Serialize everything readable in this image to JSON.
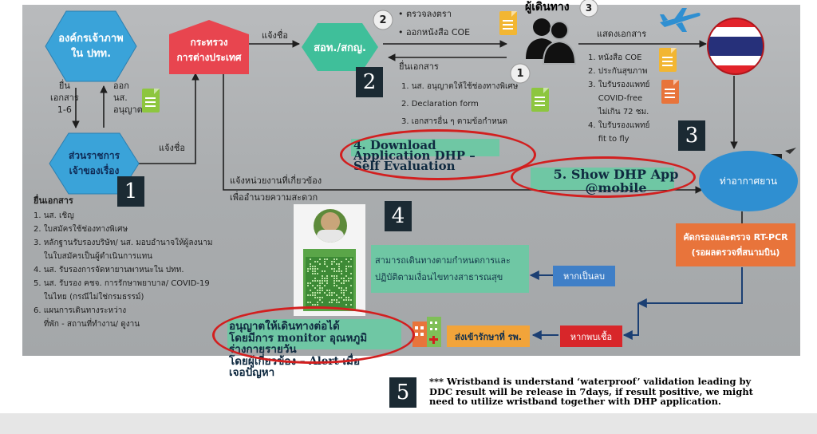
{
  "left_block": {
    "agency_hex": "องค์กรเจ้าภาพ\nใน ปทท.",
    "submit_docs": "ยื่น\nเอกสาร\n1-6",
    "issue_permit": "ออก\nนส.\nอนุญาต",
    "owner_agency": "ส่วนราชการ\nเจ้าของเรื่อง",
    "notify_name_1": "แจ้งชื่อ",
    "submit_label": "ยื่นเอกสาร",
    "doc_list": [
      "1. นส. เชิญ",
      "2. ใบสมัครใช้ช่องทางพิเศษ",
      "3. หลักฐานรับรองบริษัท/ นส. มอบอำนาจให้ผู้ลงนาม",
      "    ในใบสมัครเป็นผู้ดำเนินการแทน",
      "4. นส. รับรองการจัดหายานพาหนะใน ปทท.",
      "5. นส. รับรอง คชจ. การรักษาพยาบาล/ COVID-19",
      "    ในไทย (กรณีไม่ใช่กรมธรรม์)",
      "6. แผนการเดินทางระหว่าง",
      "    ที่พัก - สถานที่ทำงาน/ ดูงาน"
    ]
  },
  "ministry": "กระทรวง\nการต่างประเทศ",
  "notify_name_2": "แจ้งชื่อ",
  "embassy": "สอท./สกญ.",
  "step2_items": [
    "ตรวจลงตรา",
    "ออกหนังสือ COE"
  ],
  "traveler_label": "ผู้เดินทาง",
  "submit_back_label": "ยื่นเอกสาร",
  "traveler_doc_list": [
    "1. นส. อนุญาตให้ใช้ช่องทางพิเศษ",
    "2. Declaration form",
    "3. เอกสารอื่น ๆ ตามข้อกำหนด"
  ],
  "show_docs_label": "แสดงเอกสาร",
  "show_docs_list": [
    "1. หนังสือ COE",
    "2. ประกันสุขภาพ",
    "3. ใบรับรองแพทย์",
    "    COVID-free",
    "    ไม่เกิน 72 ชม.",
    "4. ใบรับรองแพทย์",
    "    fit to fly"
  ],
  "circle_nums": [
    "2",
    "1",
    "3"
  ],
  "notify_agencies": "แจ้งหน่วยงานที่เกี่ยวข้อง",
  "facilitate": "เพื่ออำนวยความสะดวก",
  "airport": "ท่าอากาศยาน",
  "screening": "คัดกรองและตรวจ RT-PCR\n(รอผลตรวจที่สนามบิน)",
  "travel_allowed": "สามารถเดินทางตามกำหนดการและ\nปฏิบัติตามเงื่อนไขทางสาธารณสุข",
  "if_negative": "หากเป็นลบ",
  "send_hospital": "ส่งเข้ารักษาที่ รพ.",
  "if_infected": "หากพบเชื้อ",
  "step_numbers": [
    "1",
    "2",
    "3",
    "4",
    "5"
  ],
  "annotation_download": "4. Download\nApplication DHP –\nSelf Evaluation",
  "annotation_show_app": "5. Show DHP App\n@mobile",
  "annotation_permit": "อนุญาตให้เดินทางต่อได้\nโดยมีการ monitor อุณหภูมิ\nร่างกายรายวัน\nโดยผู้เกี่ยวข้อง – Alert เมื่อ\nเจอปัญหา",
  "footnote": "*** Wristband is understand ‘waterproof’ validation leading by\nDDC result will be release in 7days, if result positive, we might\nneed to utilize wristband together with DHP application.",
  "colors": {
    "hex_blue": "#3aa3d9",
    "ministry_red": "#e8454f",
    "embassy_teal": "#3fbf9a",
    "airport_blue": "#2f8fd1",
    "screening_orange": "#e8743b",
    "hospital_orange": "#f2a43a",
    "alert_red": "#d8262a",
    "annotation_green": "#6fc7a4",
    "arrow_navy": "#1b3f73"
  },
  "icons": [
    "document-icon",
    "people-icon",
    "airplane-icon",
    "thailand-flag-icon",
    "airport-tower-icon",
    "hospital-icon",
    "qr-code-icon",
    "user-photo-icon"
  ]
}
